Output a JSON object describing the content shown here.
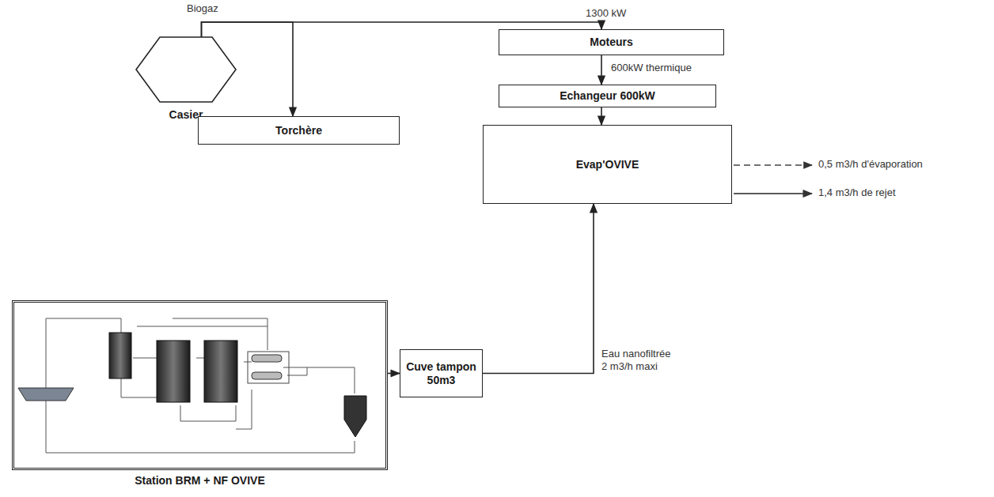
{
  "diagram": {
    "nodes": [
      {
        "text": [
          "Casier"
        ]
      },
      {
        "text": [
          "Moteurs"
        ]
      },
      {
        "text": [
          "Torchère"
        ]
      },
      {
        "text": [
          "Echangeur 600kW"
        ]
      },
      {
        "text": [
          "Evap'OVIVE"
        ]
      },
      {
        "text": [
          "Station BRM + NF OVIVE"
        ]
      },
      {
        "text": [
          "Cuve tampon 50m3"
        ]
      }
    ],
    "edges": [
      {
        "from": 0,
        "to": 1,
        "label": "1300 kW",
        "arrow": "to"
      },
      {
        "from": 0,
        "to": 2,
        "arrow": "to"
      },
      {
        "from": 1,
        "to": 3,
        "label": "600kW thermique",
        "arrow": "to"
      },
      {
        "from": 3,
        "to": 4,
        "arrow": "to"
      },
      {
        "from": 5,
        "to": 6,
        "arrow": "to"
      },
      {
        "from": 6,
        "to": 4,
        "label": "Eau nanofiltrée 2 m3/h maxi",
        "arrow": "to"
      }
    ],
    "labels": [
      "Biogaz",
      "0,5 m3/h d'évaporation",
      "1,4 m3/h de rejet"
    ]
  }
}
